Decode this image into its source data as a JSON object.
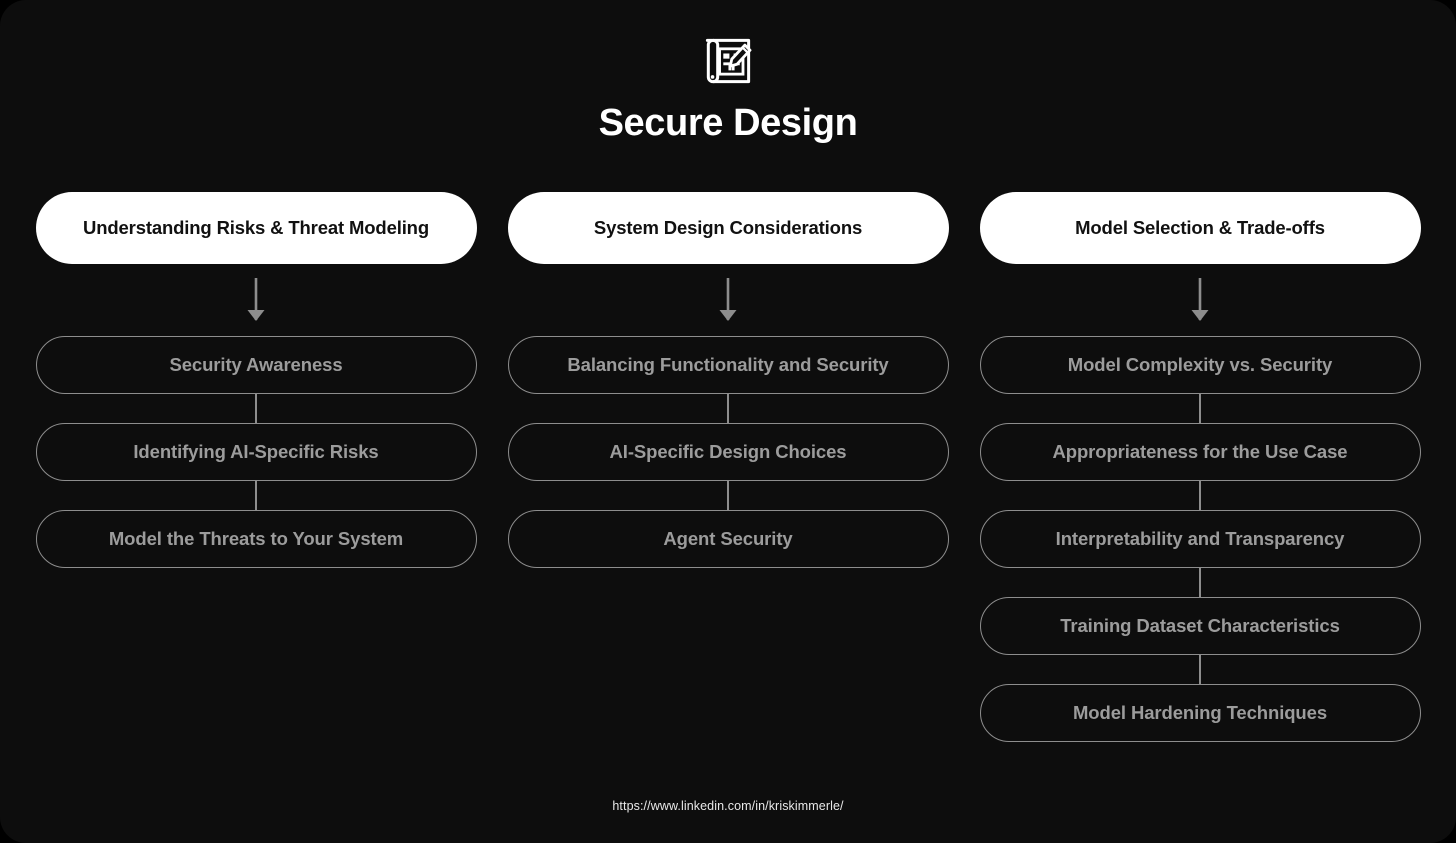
{
  "header": {
    "icon": "blueprint-pencil-icon",
    "title": "Secure Design"
  },
  "columns": [
    {
      "id": "understanding-risks",
      "header": "Understanding Risks & Threat Modeling",
      "items": [
        "Security Awareness",
        "Identifying AI-Specific Risks",
        "Model the Threats to Your System"
      ]
    },
    {
      "id": "system-design",
      "header": "System Design Considerations",
      "items": [
        "Balancing Functionality and Security",
        "AI-Specific Design Choices",
        "Agent Security"
      ]
    },
    {
      "id": "model-selection",
      "header": "Model Selection & Trade-offs",
      "items": [
        "Model Complexity vs. Security",
        "Appropriateness for the Use Case",
        "Interpretability and Transparency",
        "Training Dataset Characteristics",
        "Model Hardening Techniques"
      ]
    }
  ],
  "footer": {
    "url": "https://www.linkedin.com/in/kriskimmerle/"
  },
  "colors": {
    "background": "#0d0d0d",
    "header_pill_bg": "#ffffff",
    "header_pill_text": "#111111",
    "item_border": "#8d8d8d",
    "item_text": "#9c9c9c",
    "title_text": "#ffffff",
    "footer_text": "#e8e8e8"
  }
}
